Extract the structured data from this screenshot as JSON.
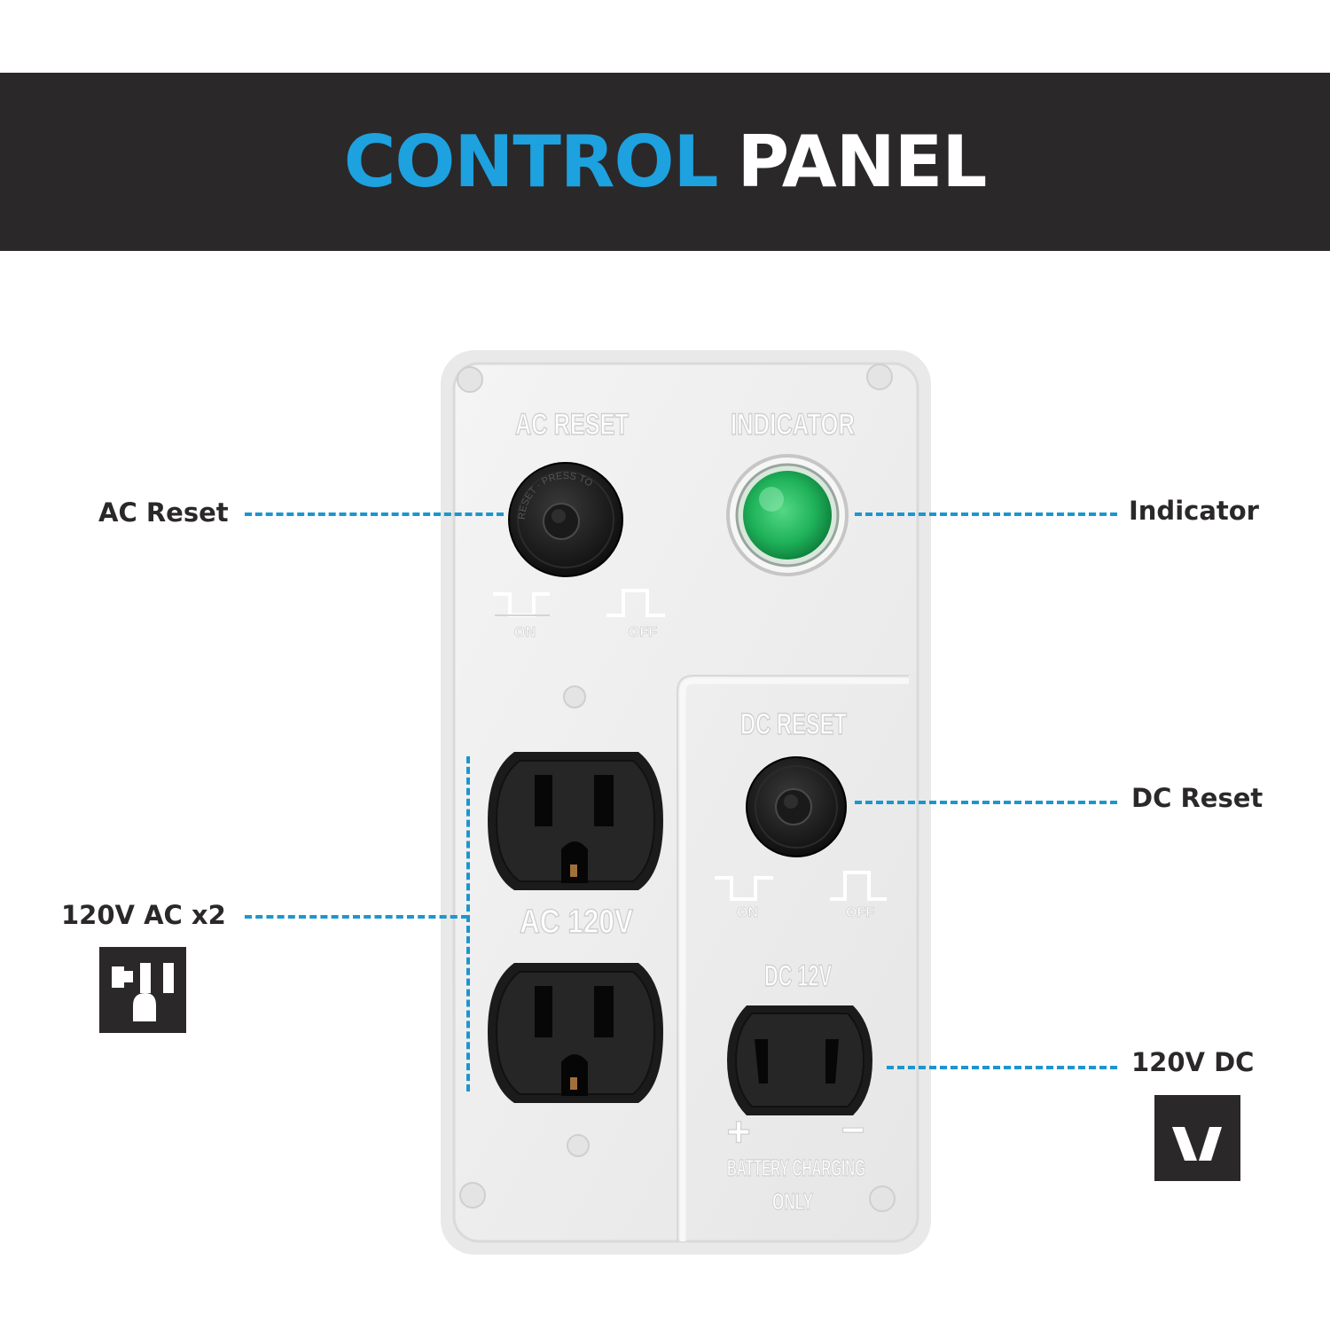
{
  "header": {
    "title_part1": "CONTROL",
    "title_part2": "PANEL",
    "accent_color": "#1da1df",
    "background_color": "#2b2829"
  },
  "callouts": {
    "ac_reset": "AC Reset",
    "indicator": "Indicator",
    "dc_reset": "DC Reset",
    "ac_outlets": "120V AC x2",
    "dc_outlet": "120V DC"
  },
  "panel": {
    "ac_reset_label": "AC RESET",
    "indicator_label": "INDICATOR",
    "dc_reset_label": "DC RESET",
    "ac_outlet_label": "AC 120V",
    "dc_outlet_label": "DC 12V",
    "on_label": "ON",
    "off_label": "OFF",
    "battery_line1": "BATTERY CHARGING",
    "battery_line2": "ONLY",
    "plus_sign": "+",
    "minus_sign": "−",
    "button_ring_text": "RESET · PRESS TO",
    "indicator_color": "#1fb25a"
  },
  "icons": {
    "ac_plug_icon": "ac-outlet-plug-icon",
    "dc_plug_icon": "dc-plug-icon"
  }
}
